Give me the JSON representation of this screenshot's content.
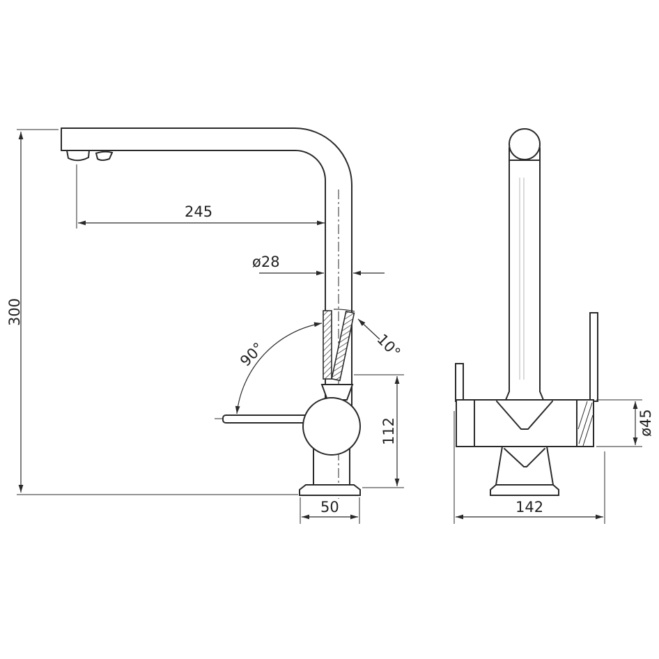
{
  "colors": {
    "line": "#2a2a2a",
    "background": "#ffffff"
  },
  "dims": {
    "side": {
      "spout_reach": "245",
      "spout_diameter": "ø28",
      "overall_height": "300",
      "handle_angle_main": "90°",
      "handle_angle_offset": "10°",
      "body_height": "112",
      "base_width": "50"
    },
    "front": {
      "overall_width": "142",
      "body_diameter": "ø45"
    }
  }
}
